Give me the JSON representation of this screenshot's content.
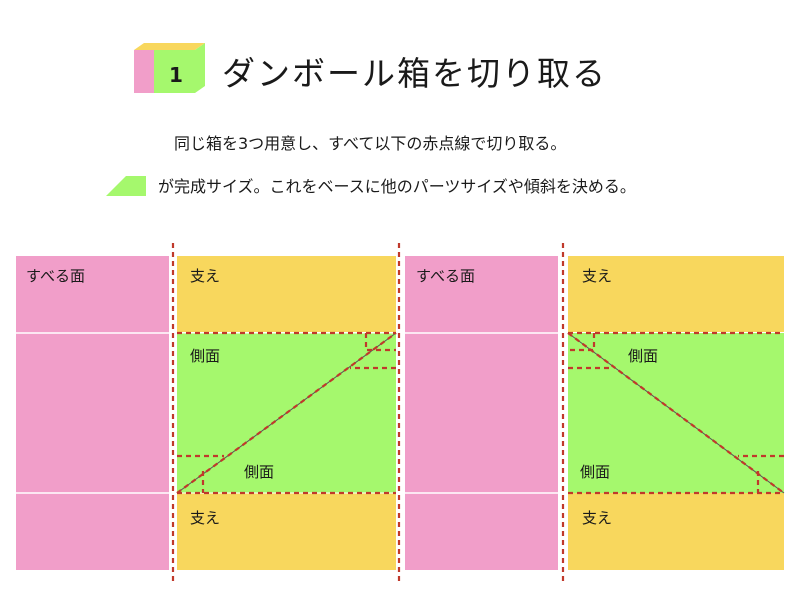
{
  "header": {
    "step_number": "1",
    "title": "ダンボール箱を切り取る"
  },
  "instructions": {
    "line1": "同じ箱を3つ用意し、すべて以下の赤点線で切り取る。",
    "line2": "が完成サイズ。これをベースに他のパーツサイズや傾斜を決める。"
  },
  "diagram": {
    "left_unit": {
      "slide_surface": "すべる面",
      "support_top": "支え",
      "support_bottom": "支え",
      "side_upper": "側面",
      "side_lower": "側面"
    },
    "right_unit": {
      "slide_surface": "すべる面",
      "support_top": "支え",
      "support_bottom": "支え",
      "side_upper": "側面",
      "side_lower": "側面"
    }
  },
  "colors": {
    "pink": "#f19ec9",
    "yellow": "#f8d75d",
    "green": "#a5f86d",
    "cut_line": "#c0392b",
    "panel_line": "#ffffff",
    "box_icon_front": "#f19ec9",
    "box_icon_top": "#f8d75d",
    "box_icon_side": "#a5f86d"
  }
}
